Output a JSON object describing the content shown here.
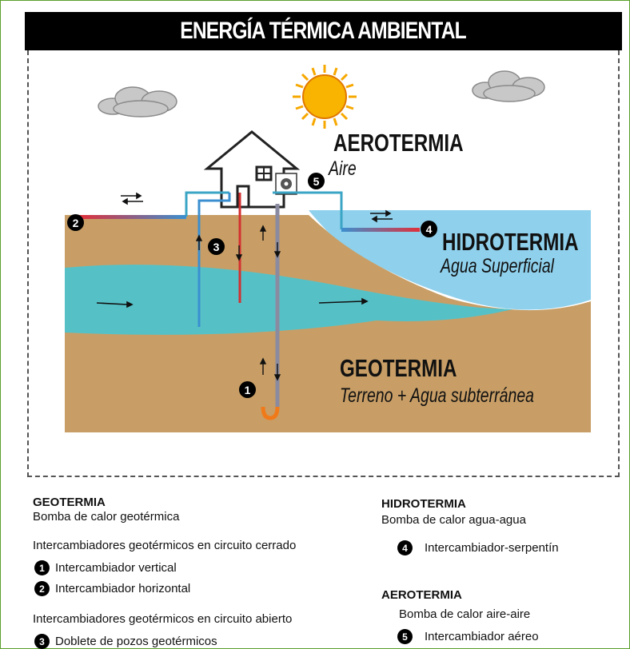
{
  "title": "ENERGÍA TÉRMICA AMBIENTAL",
  "diagram": {
    "aerotermia": {
      "title": "AEROTERMIA",
      "subtitle": "Aire",
      "marker": "5"
    },
    "hidrotermia": {
      "title": "HIDROTERMIA",
      "subtitle": "Agua Superficial",
      "marker": "4"
    },
    "geotermia": {
      "title": "GEOTERMIA",
      "subtitle": "Terreno + Agua subterránea"
    },
    "markers": [
      "1",
      "2",
      "3",
      "4",
      "5"
    ],
    "icons": [
      "sun-icon",
      "cloud-icon",
      "house-icon",
      "fan-unit-icon",
      "flow-arrow-icon"
    ],
    "colors": {
      "ground": "#c89e66",
      "groundwater": "#4fc3cc",
      "surface_water": "#8fd0ec",
      "hot_pipe": "#e05a1a",
      "cold_pipe": "#3b8fd0",
      "sun": "#f6a800",
      "pipe_outline": "#3aa5c4"
    }
  },
  "legend": {
    "geotermia": {
      "heading": "GEOTERMIA",
      "pump": "Bomba de calor geotérmica",
      "closed_heading": "Intercambiadores geotérmicos en circuito cerrado",
      "items_closed": [
        {
          "num": "1",
          "label": "Intercambiador vertical"
        },
        {
          "num": "2",
          "label": "Intercambiador horizontal"
        }
      ],
      "open_heading": "Intercambiadores geotérmicos en circuito abierto",
      "items_open": [
        {
          "num": "3",
          "label": "Doblete de pozos geotérmicos"
        }
      ]
    },
    "hidrotermia": {
      "heading": "HIDROTERMIA",
      "pump": "Bomba de calor agua-agua",
      "item": {
        "num": "4",
        "label": "Intercambiador-serpentín"
      }
    },
    "aerotermia": {
      "heading": "AEROTERMIA",
      "pump": "Bomba de calor aire-aire",
      "item": {
        "num": "5",
        "label": "Intercambiador aéreo"
      }
    }
  }
}
